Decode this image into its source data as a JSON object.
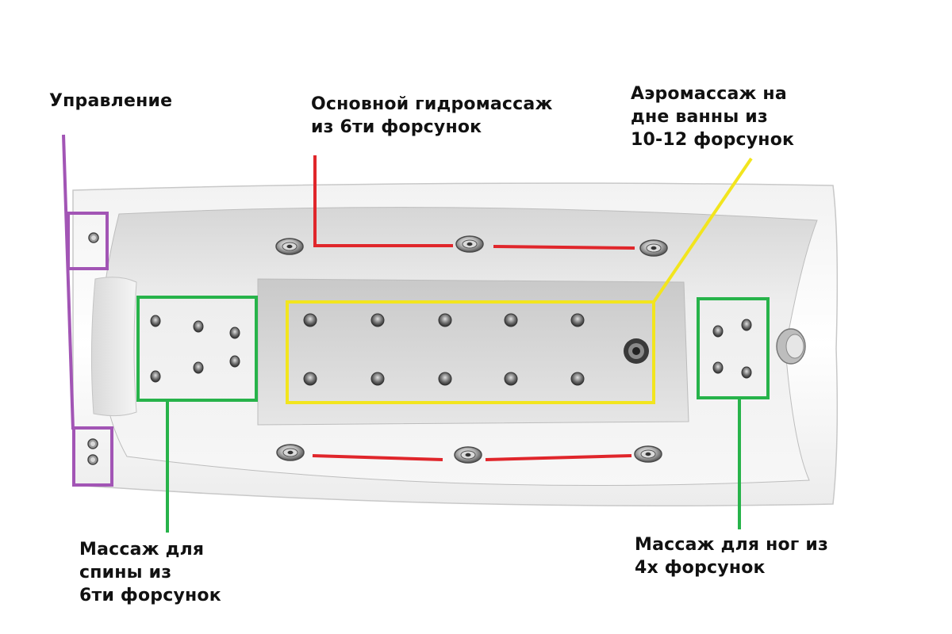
{
  "labels": {
    "control": "Управление",
    "main_hydro": [
      "Основной гидромассаж",
      "из 6ти форсунок"
    ],
    "aero": [
      "Аэромассаж на",
      "дне ванны из",
      "10-12 форсунок"
    ],
    "back": [
      "Массаж для",
      "спины из",
      "6ти форсунок"
    ],
    "feet": [
      "Массаж для ног из",
      "4х форсунок"
    ]
  },
  "colors": {
    "control": "#a255b5",
    "hydro": "#e0262b",
    "aero": "#f2e51e",
    "massage": "#27b34a"
  },
  "icons": {
    "nozzle": "jet-nozzle-icon",
    "air_jet": "air-jet-icon",
    "drain": "drain-icon",
    "overflow": "overflow-icon",
    "control_button": "control-button-icon"
  }
}
